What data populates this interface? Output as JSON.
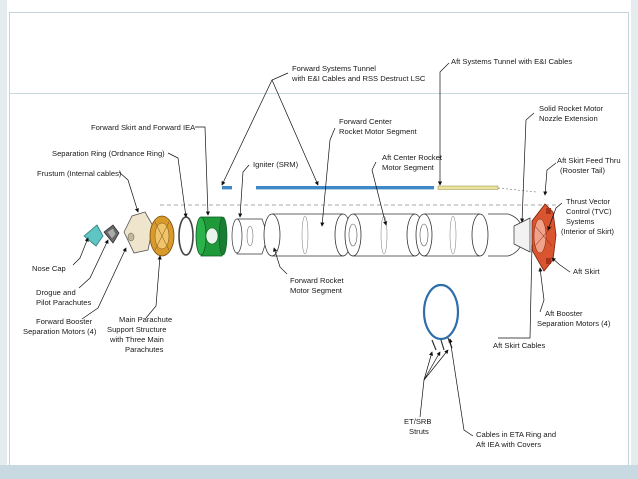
{
  "diagram": {
    "labels": {
      "forward_systems_tunnel_1": "Forward Systems Tunnel",
      "forward_systems_tunnel_2": "with E&I Cables and RSS Destruct LSC",
      "aft_systems_tunnel": "Aft Systems Tunnel with E&I Cables",
      "forward_skirt": "Forward Skirt and Forward IEA",
      "separation_ring": "Separation Ring (Ordnance Ring)",
      "frustum": "Frustum (Internal cables)",
      "igniter": "Igniter (SRM)",
      "forward_center_1": "Forward Center",
      "forward_center_2": "Rocket Motor Segment",
      "aft_center_1": "Aft Center Rocket",
      "aft_center_2": "Motor Segment",
      "nozzle_ext_1": "Solid Rocket Motor",
      "nozzle_ext_2": "Nozzle Extension",
      "aft_skirt_feed_1": "Aft Skirt Feed Thru",
      "aft_skirt_feed_2": "(Rooster Tail)",
      "tvc_1": "Thrust Vector",
      "tvc_2": "Control (TVC)",
      "tvc_3": "Systems",
      "tvc_4": "(Interior of Skirt)",
      "nose_cap": "Nose Cap",
      "drogue_1": "Drogue and",
      "drogue_2": "Pilot Parachutes",
      "fwd_booster_1": "Forward Booster",
      "fwd_booster_2": "Separation Motors (4)",
      "main_chute_1": "Main Parachute",
      "main_chute_2": "Support Structure",
      "main_chute_3": "with Three Main",
      "main_chute_4": "Parachutes",
      "forward_rocket_1": "Forward Rocket",
      "forward_rocket_2": "Motor Segment",
      "aft_skirt": "Aft Skirt",
      "aft_booster_1": "Aft Booster",
      "aft_booster_2": "Separation Motors (4)",
      "aft_skirt_cables": "Aft Skirt Cables",
      "et_srb_1": "ET/SRB",
      "et_srb_2": "Struts",
      "eta_ring_1": "Cables in ETA Ring and",
      "eta_ring_2": "Aft IEA with Covers"
    },
    "colors": {
      "nose_cap": "#5fc4c4",
      "forward_skirt": "#1f9a3a",
      "tunnel_blue": "#3f88c8",
      "tunnel_yellow": "#ece39a",
      "aft_skirt": "#d9552f",
      "main_chute": "#d99a2c",
      "eta_ring": "#2e6ea8"
    }
  }
}
